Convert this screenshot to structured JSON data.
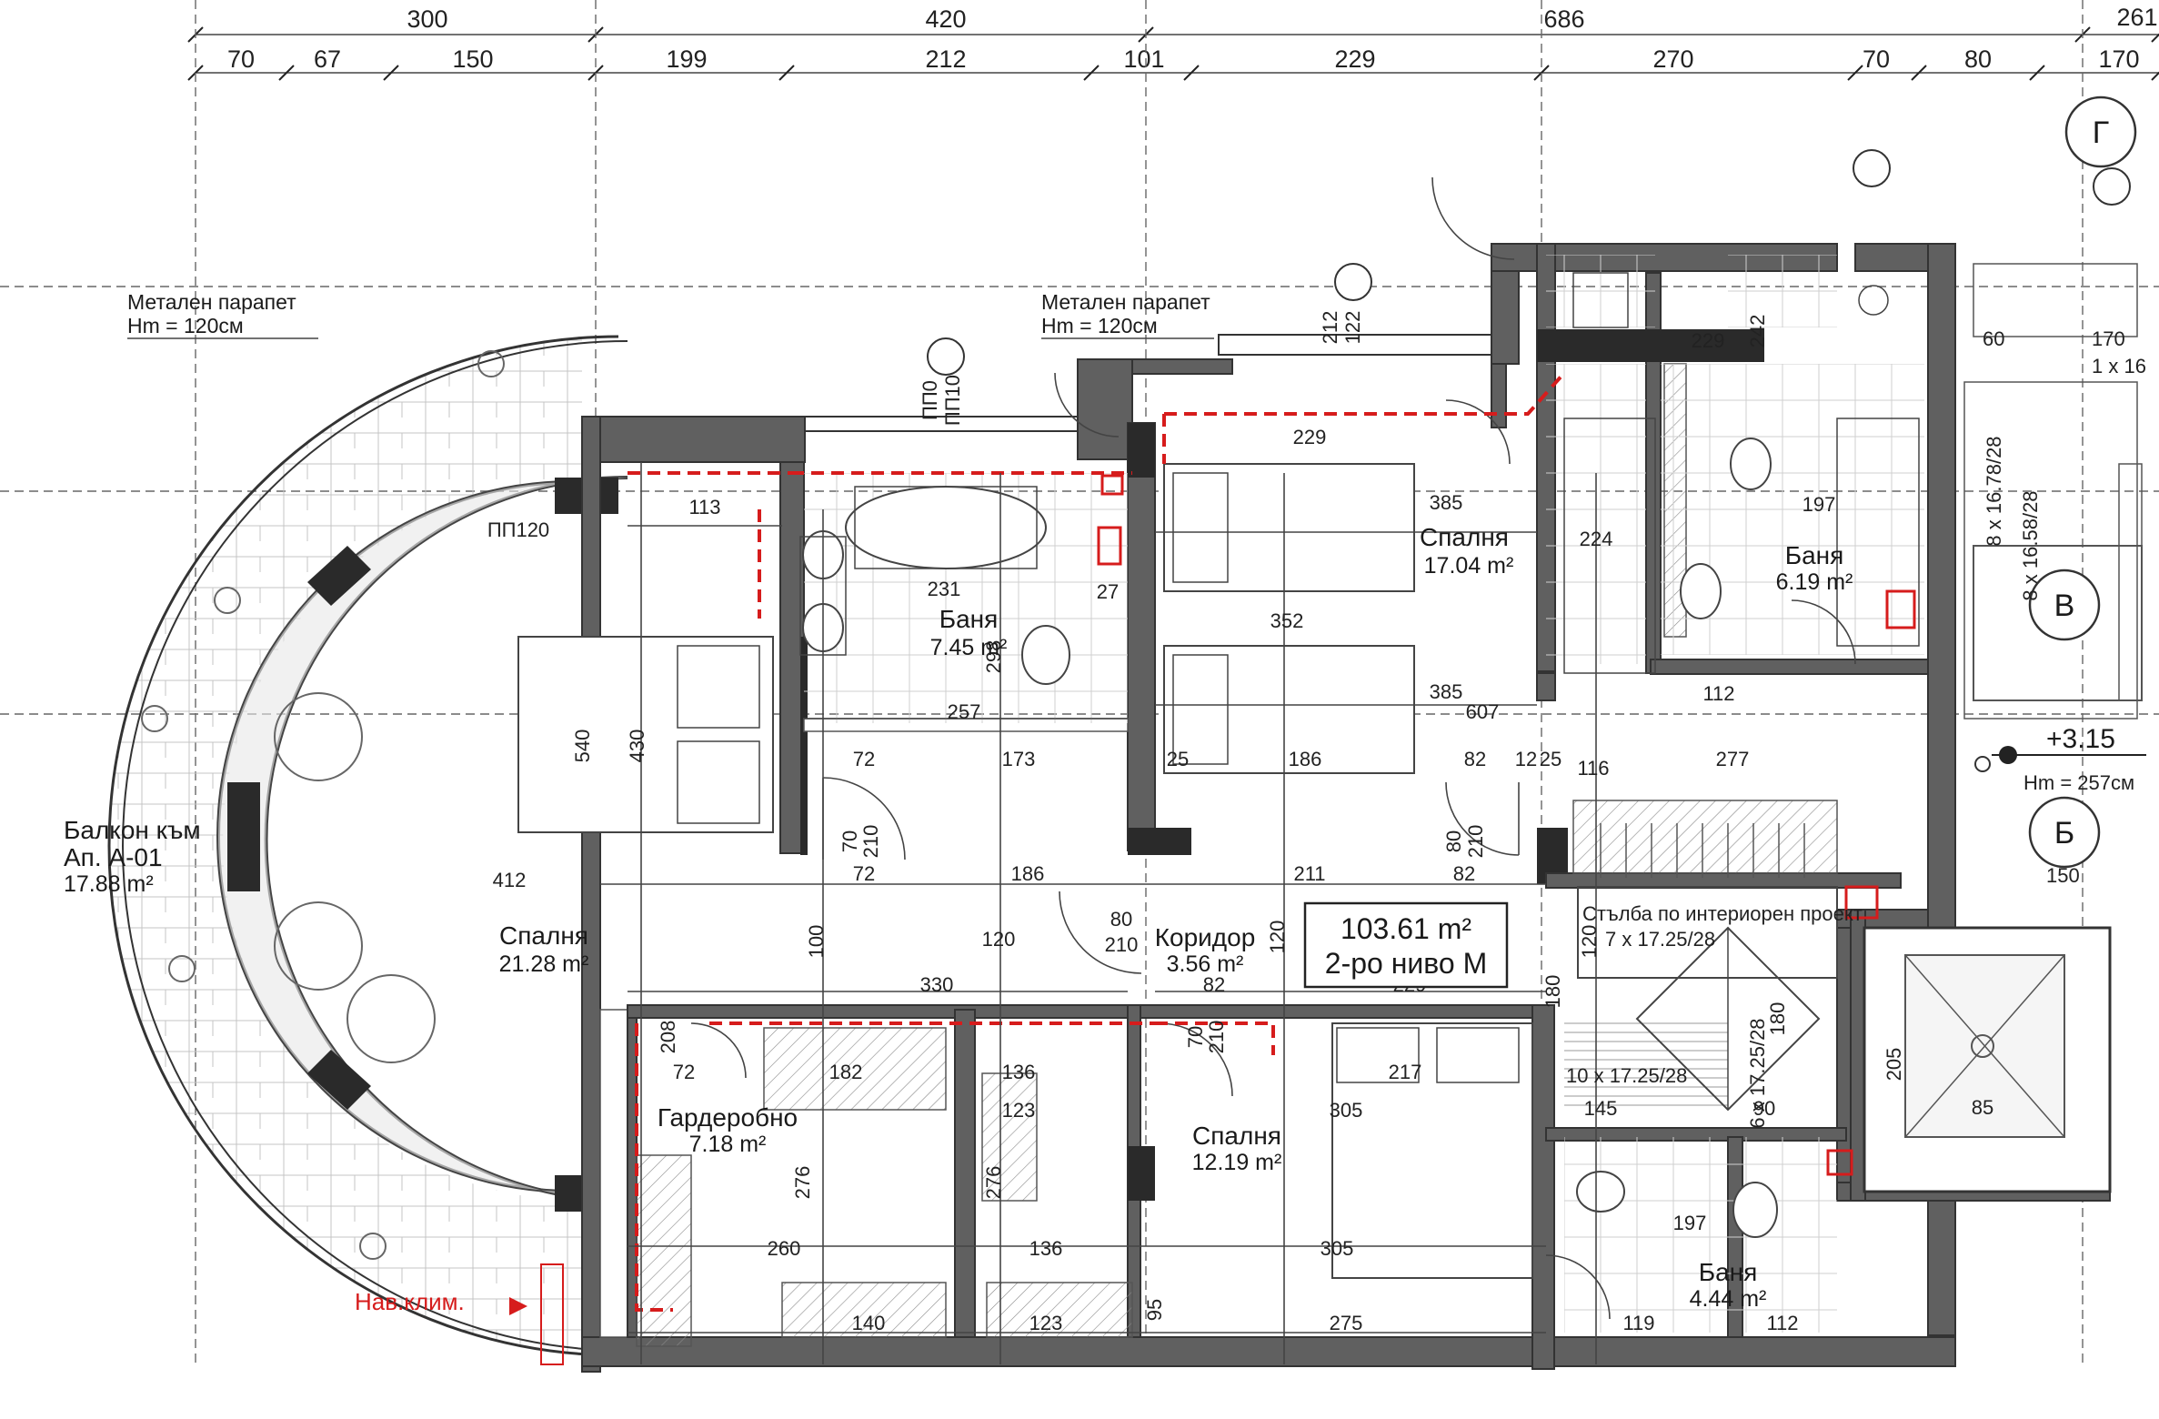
{
  "top_dims_row1": [
    "300",
    "420",
    "686",
    "261"
  ],
  "top_dims_row2": [
    "70",
    "67",
    "150",
    "199",
    "212",
    "101",
    "229",
    "270",
    "70",
    "80",
    "170"
  ],
  "parapet": {
    "left_title": "Метален парапет",
    "left_height": "Нm = 120см",
    "right_title": "Метален парапет",
    "right_height": "Нm = 120см"
  },
  "axes": [
    "Г",
    "В",
    "Б"
  ],
  "rooms": [
    {
      "name": "Баня",
      "area": "7.45 m²"
    },
    {
      "name": "Спалня",
      "area": "17.04 m²"
    },
    {
      "name": "Баня",
      "area": "6.19 m²"
    },
    {
      "name": "Спалня",
      "area": "21.28 m²"
    },
    {
      "name": "Коридор",
      "area": "3.56 m²"
    },
    {
      "name": "Гардеробно",
      "area": "7.18 m²"
    },
    {
      "name": "Спалня",
      "area": "12.19 m²"
    },
    {
      "name": "Баня",
      "area": "4.44 m²"
    }
  ],
  "balcony": {
    "line1": "Балкон към",
    "line2": "Ап. А-01",
    "area": "17.88 m²"
  },
  "total": {
    "area": "103.61 m²",
    "level": "2-ро ниво М"
  },
  "stairs": {
    "note": "Стълба по интериорен проект",
    "flight1": "7 x 17.25/28",
    "flight2": "10 x 17.25/28",
    "flight3": "6 x 17.25/28"
  },
  "elevation": {
    "level": "+3.15",
    "height": "Нm = 257см"
  },
  "nav_clim": "Нав.клим.",
  "right_stairs": [
    "8 x 16.58/28",
    "8 x 16.78/28"
  ],
  "right_marks": [
    "150",
    "170",
    "60",
    "1 x 16"
  ],
  "interior_dims": [
    "113",
    "231",
    "27",
    "257",
    "72",
    "173",
    "25",
    "186",
    "82",
    "12",
    "25",
    "116",
    "277",
    "385",
    "607",
    "224",
    "352",
    "385",
    "229",
    "112",
    "197",
    "412",
    "72",
    "186",
    "211",
    "82",
    "120",
    "330",
    "82",
    "229",
    "72",
    "182",
    "136",
    "123",
    "217",
    "305",
    "260",
    "136",
    "305",
    "140",
    "123",
    "275",
    "145",
    "90",
    "197",
    "119",
    "112",
    "540",
    "430",
    "298",
    "276",
    "276",
    "100",
    "120",
    "120",
    "70",
    "210",
    "80",
    "210",
    "80",
    "210",
    "70",
    "210",
    "95",
    "208",
    "180",
    "180",
    "205",
    "85",
    "229",
    "242",
    "212",
    "122",
    "ПП0",
    "ПП10",
    "ПП120"
  ]
}
